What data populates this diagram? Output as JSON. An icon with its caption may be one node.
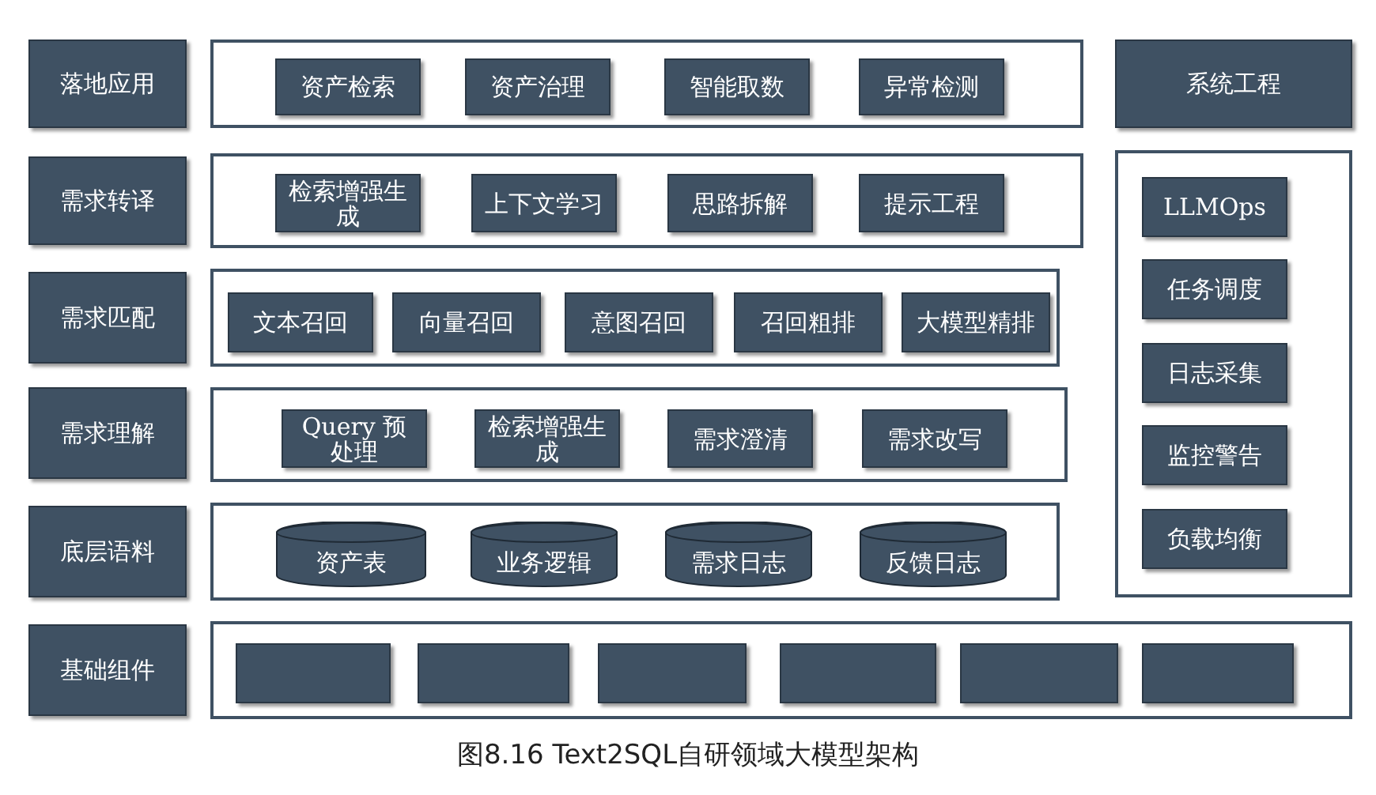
{
  "diagram": {
    "caption": "图8.16 Text2SQL自研领域大模型架构",
    "nodes": [
      {
        "text": [
          "落地应用"
        ]
      },
      {
        "text": [],
        "shape": "box"
      },
      {
        "text": [
          "资产检索"
        ],
        "in": 1
      },
      {
        "text": [
          "资产治理"
        ],
        "in": 1
      },
      {
        "text": [
          "智能取数"
        ],
        "in": 1
      },
      {
        "text": [
          "异常检测"
        ],
        "in": 1
      },
      {
        "text": [
          "系统工程"
        ]
      },
      {
        "text": [
          "需求转译"
        ]
      },
      {
        "text": [],
        "shape": "box"
      },
      {
        "text": [
          "检索增强生成"
        ],
        "in": 8
      },
      {
        "text": [
          "上下文学习"
        ],
        "in": 8
      },
      {
        "text": [
          "思路拆解"
        ],
        "in": 8
      },
      {
        "text": [
          "提示工程"
        ],
        "in": 8
      },
      {
        "text": [],
        "shape": "box"
      },
      {
        "text": [
          "LLMOps"
        ],
        "in": 13
      },
      {
        "text": [
          "任务调度"
        ],
        "in": 13
      },
      {
        "text": [
          "日志采集"
        ],
        "in": 13
      },
      {
        "text": [
          "监控警告"
        ],
        "in": 13
      },
      {
        "text": [
          "负载均衡"
        ],
        "in": 13
      },
      {
        "text": [
          "需求匹配"
        ]
      },
      {
        "text": [],
        "shape": "box"
      },
      {
        "text": [
          "文本召回"
        ],
        "in": 20
      },
      {
        "text": [
          "向量召回"
        ],
        "in": 20
      },
      {
        "text": [
          "意图召回"
        ],
        "in": 20
      },
      {
        "text": [
          "召回粗排"
        ],
        "in": 20
      },
      {
        "text": [
          "大模型精排"
        ],
        "in": 20
      },
      {
        "text": [
          "需求理解"
        ]
      },
      {
        "text": [],
        "shape": "box"
      },
      {
        "text": [
          "Query 预处理"
        ],
        "in": 27
      },
      {
        "text": [
          "检索增强生成"
        ],
        "in": 27
      },
      {
        "text": [
          "需求澄清"
        ],
        "in": 27
      },
      {
        "text": [
          "需求改写"
        ],
        "in": 27
      },
      {
        "text": [
          "底层语料"
        ]
      },
      {
        "text": [],
        "shape": "box"
      },
      {
        "text": [
          "资产表"
        ],
        "in": 33
      },
      {
        "text": [
          "业务逻辑"
        ],
        "in": 33
      },
      {
        "text": [
          "需求日志"
        ],
        "in": 33
      },
      {
        "text": [
          "反馈日志"
        ],
        "in": 33
      },
      {
        "text": [
          "基础组件"
        ]
      },
      {
        "text": [],
        "shape": "box"
      },
      {
        "text": [],
        "shape": "box",
        "in": 39
      },
      {
        "text": [],
        "shape": "box",
        "in": 39
      },
      {
        "text": [],
        "shape": "box",
        "in": 39
      },
      {
        "text": [],
        "shape": "box",
        "in": 39
      },
      {
        "text": [],
        "shape": "box",
        "in": 39
      },
      {
        "text": [],
        "shape": "box",
        "in": 39
      }
    ]
  }
}
